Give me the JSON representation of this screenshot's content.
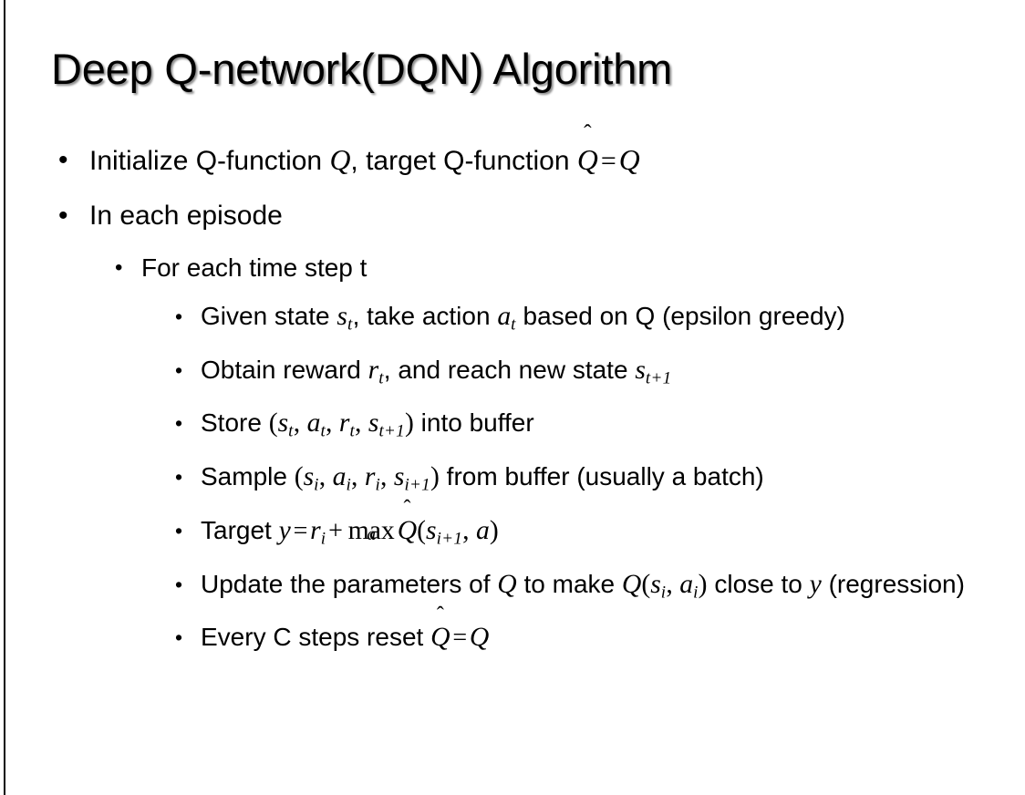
{
  "slide": {
    "title": "Deep Q-network(DQN) Algorithm",
    "bullet_glyph": "•",
    "background_color": "#ffffff",
    "text_color": "#000000",
    "left_rule_color": "#0a0a0a"
  },
  "content": {
    "b1": {
      "pre": "Initialize Q-function ",
      "var_q1": "Q",
      "mid": ", target Q-function ",
      "hat": "̂",
      "var_q2": "Q",
      "equals": "=",
      "var_q3": "Q"
    },
    "b2": {
      "text": "In each episode"
    },
    "b3": {
      "text": "For each time step t"
    },
    "b4": {
      "pre": "Given state ",
      "var_s": "s",
      "sub_t": "t",
      "mid": ", take action ",
      "var_a": "a",
      "sub_t2": "t",
      "post": " based on Q (epsilon greedy)"
    },
    "b5": {
      "pre": "Obtain reward ",
      "var_r": "r",
      "sub_t": "t",
      "mid": ", and reach new state ",
      "var_s": "s",
      "sub_t1": "t+1"
    },
    "b6": {
      "pre": "Store ",
      "paren_open": "(",
      "var_s1": "s",
      "sub_1": "t",
      "sep1": ", ",
      "var_a": "a",
      "sub_2": "t",
      "sep2": ", ",
      "var_r": "r",
      "sub_3": "t",
      "sep3": ", ",
      "var_s2": "s",
      "sub_4": "t+1",
      "paren_close": ")",
      "post": " into buffer"
    },
    "b7": {
      "pre": "Sample ",
      "paren_open": "(",
      "var_s1": "s",
      "sub_1": "i",
      "sep1": ", ",
      "var_a": "a",
      "sub_2": "i",
      "sep2": ", ",
      "var_r": "r",
      "sub_3": "i",
      "sep3": ", ",
      "var_s2": "s",
      "sub_4": "i+1",
      "paren_close": ")",
      "post": " from buffer (usually a batch)"
    },
    "b8": {
      "pre": "Target ",
      "var_y": "y",
      "equals": "=",
      "var_r": "r",
      "sub_i": "i",
      "plus": "+",
      "max_label": "max",
      "max_under": "a",
      "hat": "̂",
      "var_q": "Q",
      "paren_open": "(",
      "var_s": "s",
      "sub_s": "i+1",
      "comma": ", ",
      "var_a": "a",
      "paren_close": ")"
    },
    "b9": {
      "pre": "Update the parameters of ",
      "var_q1": "Q",
      "mid": " to make ",
      "var_q2": "Q",
      "paren_open": "(",
      "var_s": "s",
      "sub_s": "i",
      "comma": ", ",
      "var_a": "a",
      "sub_a": "i",
      "paren_close": ")",
      "post": " close to ",
      "var_y": "y",
      "tail": " (regression)"
    },
    "b10": {
      "pre": "Every C steps reset ",
      "hat": "̂",
      "var_q1": "Q",
      "equals": "=",
      "var_q2": "Q"
    }
  }
}
